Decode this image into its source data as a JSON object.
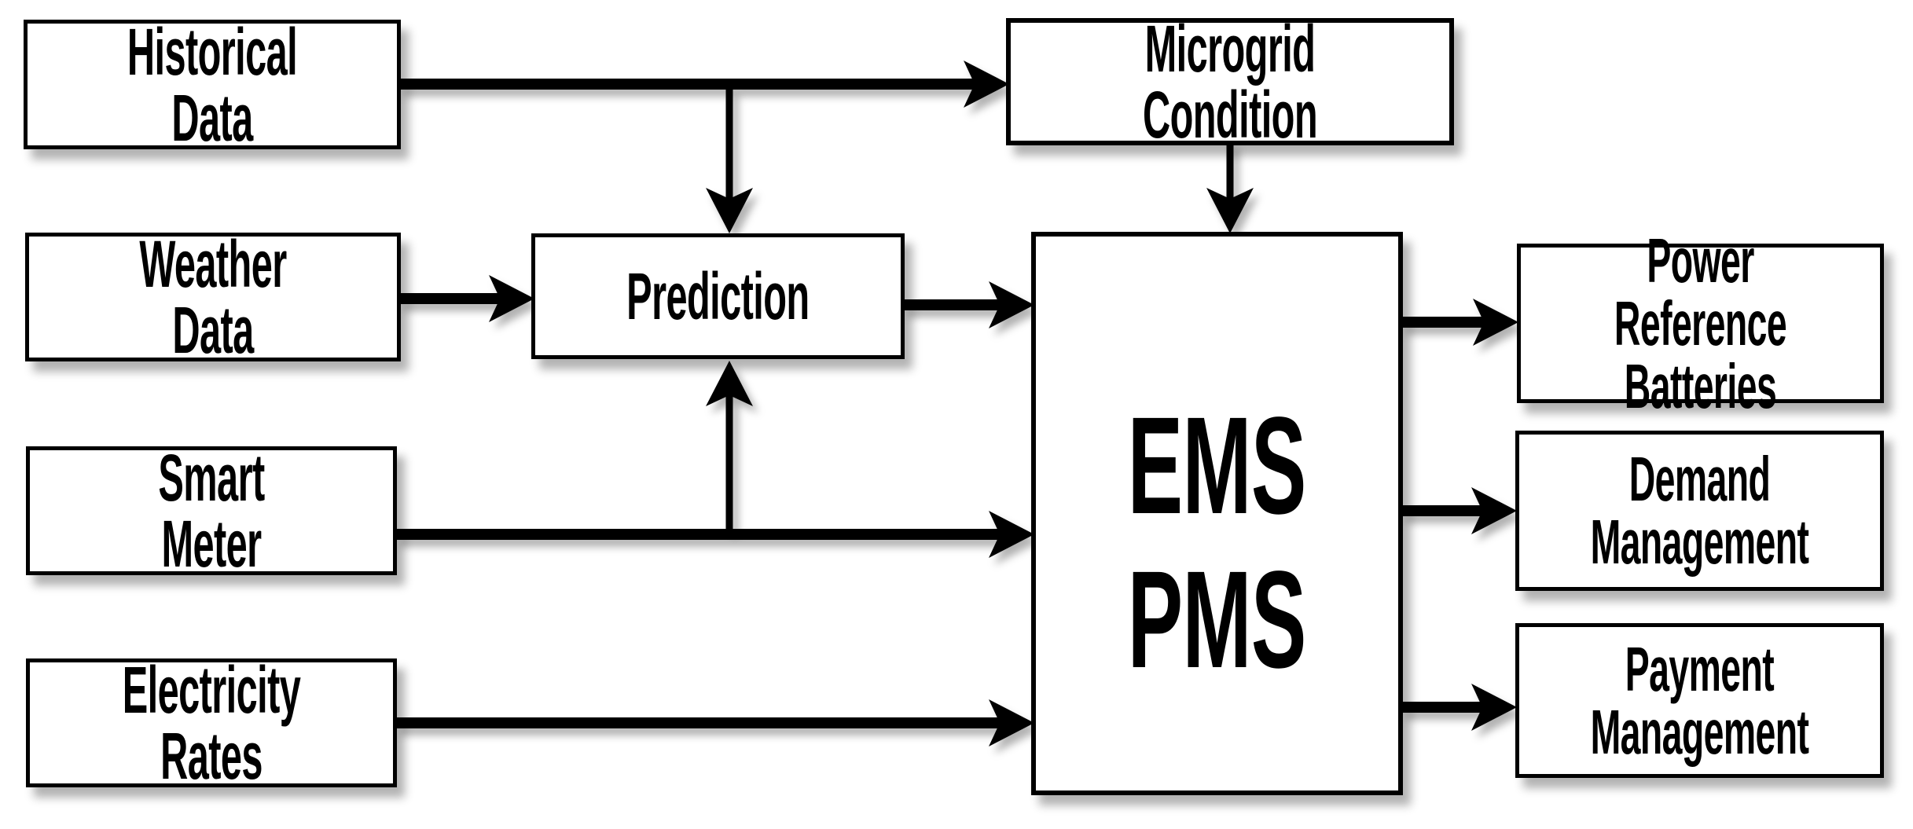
{
  "diagram": {
    "type": "block-flow-diagram",
    "colors": {
      "background": "#ffffff",
      "box_fill": "#ffffff",
      "box_border": "#000000",
      "text": "#000000",
      "connector": "#000000",
      "shadow": "rgba(0,0,0,0.30)"
    },
    "nodes": {
      "historical_data": {
        "label": "Historical Data"
      },
      "weather_data": {
        "label": "Weather Data"
      },
      "smart_meter": {
        "label": "Smart Meter"
      },
      "electricity_rates": {
        "label": "Electricity Rates"
      },
      "prediction": {
        "label": "Prediction"
      },
      "microgrid_condition": {
        "label": "Microgrid Condition"
      },
      "ems_pms": {
        "label": "EMS\nPMS"
      },
      "power_reference_batteries": {
        "label": "Power Reference\nBatteries"
      },
      "demand_management": {
        "label": "Demand\nManagement"
      },
      "payment_management": {
        "label": "Payment\nManagement"
      }
    },
    "edges": [
      {
        "from": "historical_data",
        "to": "microgrid_condition"
      },
      {
        "from": "historical_data",
        "to": "prediction"
      },
      {
        "from": "weather_data",
        "to": "prediction"
      },
      {
        "from": "smart_meter",
        "to": "prediction"
      },
      {
        "from": "smart_meter",
        "to": "ems_pms"
      },
      {
        "from": "electricity_rates",
        "to": "ems_pms"
      },
      {
        "from": "prediction",
        "to": "ems_pms"
      },
      {
        "from": "microgrid_condition",
        "to": "ems_pms"
      },
      {
        "from": "ems_pms",
        "to": "power_reference_batteries"
      },
      {
        "from": "ems_pms",
        "to": "demand_management"
      },
      {
        "from": "ems_pms",
        "to": "payment_management"
      }
    ]
  }
}
